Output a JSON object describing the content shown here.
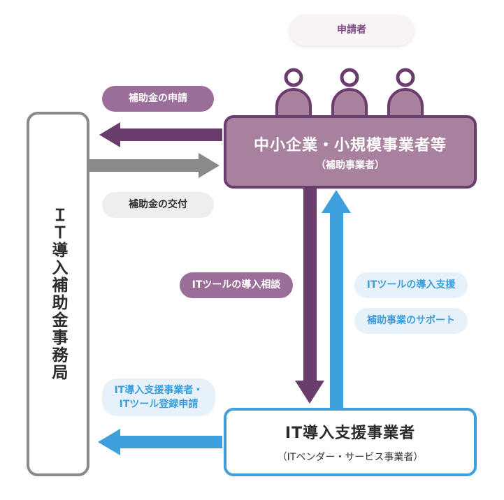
{
  "applicant_label": "申請者",
  "office": {
    "label": "ＩＴ導入補助金事務局"
  },
  "sme": {
    "title": "中小企業・小規模事業者等",
    "subtitle": "（補助事業者）"
  },
  "vendor": {
    "title": "IT導入支援事業者",
    "subtitle": "（ITベンダー・サービス事業者）"
  },
  "flows": {
    "subsidy_application": "補助金の申請",
    "subsidy_grant": "補助金の交付",
    "it_tool_consultation": "ITツールの導入相談",
    "it_tool_support": "ITツールの導入支援",
    "project_support": "補助事業のサポート",
    "vendor_registration_line1": "IT導入支援事業者・",
    "vendor_registration_line2": "ITツール登録申請"
  },
  "colors": {
    "purple_dark": "#6b3d6e",
    "purple_fill": "#a8819f",
    "purple_pill": "#9b6e99",
    "gray_arrow": "#8a8a8a",
    "blue": "#3d9fdb"
  },
  "icons": [
    "person-icon",
    "person-icon",
    "person-icon"
  ]
}
